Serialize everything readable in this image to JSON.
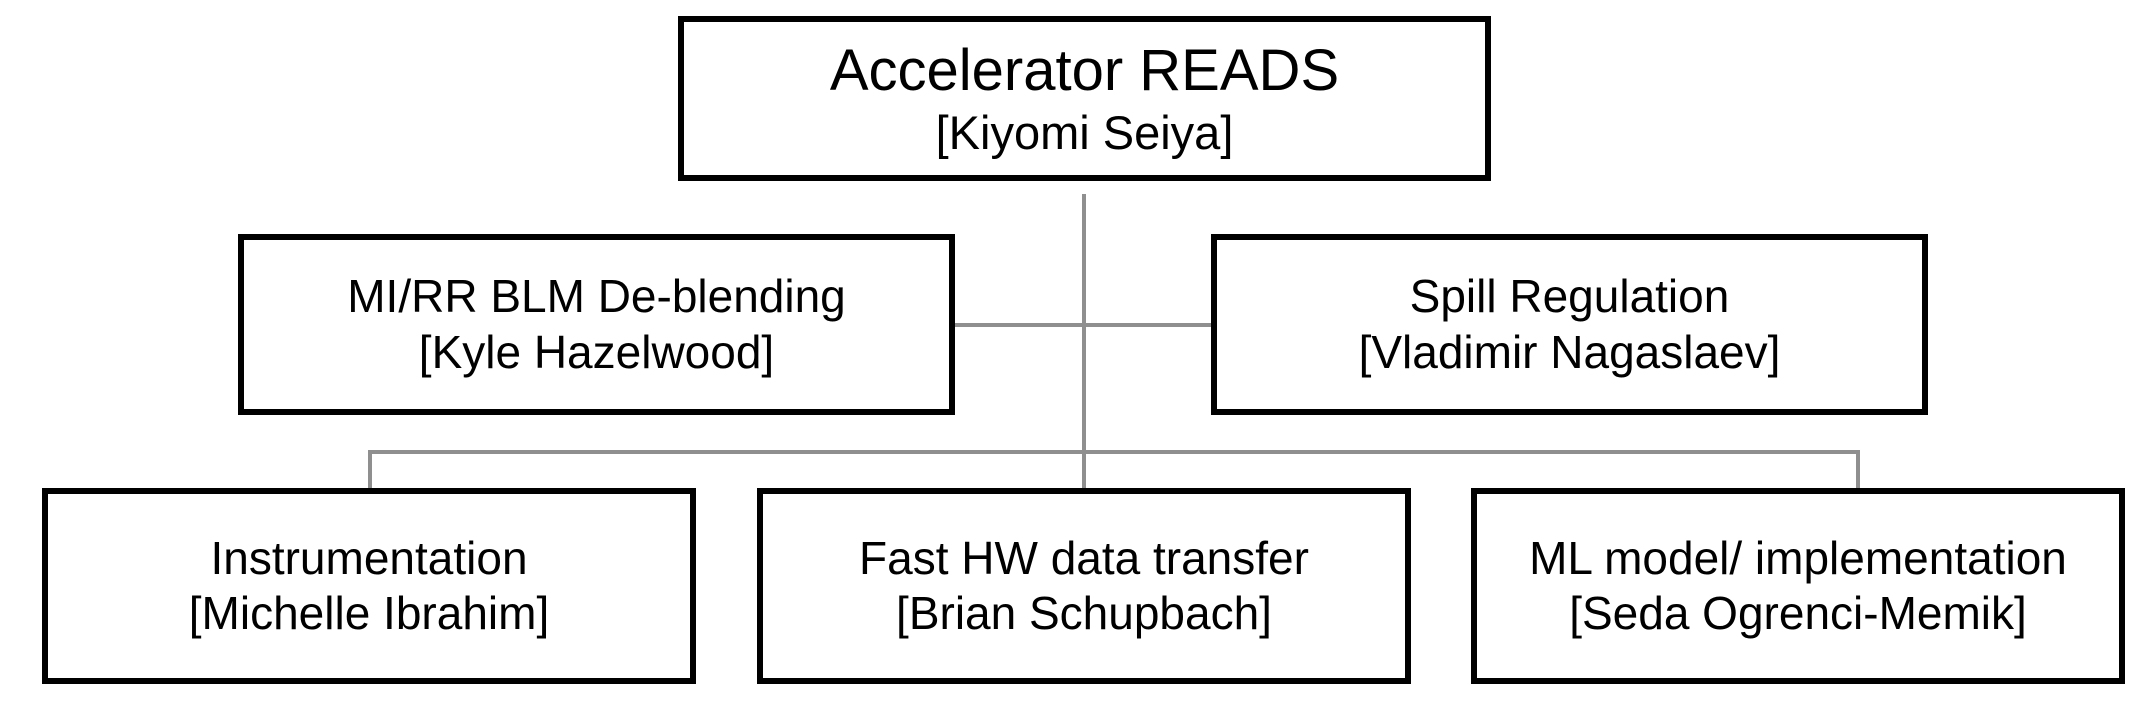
{
  "nodes": {
    "root": {
      "title": "Accelerator READS",
      "lead": "[Kiyomi Seiya]"
    },
    "blm": {
      "title": "MI/RR BLM De-blending",
      "lead": "[Kyle Hazelwood]"
    },
    "spill": {
      "title": "Spill Regulation",
      "lead": "[Vladimir Nagaslaev]"
    },
    "instr": {
      "title": "Instrumentation",
      "lead": "[Michelle Ibrahim]"
    },
    "fasthw": {
      "title": "Fast HW data transfer",
      "lead": "[Brian Schupbach]"
    },
    "ml": {
      "title": "ML model/ implementation",
      "lead": "[Seda Ogrenci-Memik]"
    }
  },
  "edges": [
    {
      "from": "root",
      "to": "blm"
    },
    {
      "from": "root",
      "to": "spill"
    },
    {
      "from": "root",
      "to": "instr"
    },
    {
      "from": "root",
      "to": "fasthw"
    },
    {
      "from": "root",
      "to": "ml"
    }
  ],
  "colors": {
    "box_border": "#000000",
    "connector": "#8f8f8f",
    "background": "#ffffff"
  }
}
